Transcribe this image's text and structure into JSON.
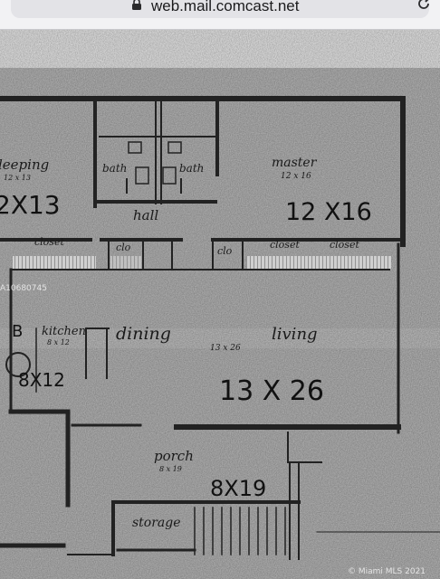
{
  "browser": {
    "url": "web.mail.comcast.net"
  },
  "plan": {
    "rooms": {
      "sleeping": "leeping",
      "sleeping_dim": "12 x 13",
      "sleeping_big": "2X13",
      "bath1": "bath",
      "bath2": "bath",
      "hall": "hall",
      "master": "master",
      "master_dim": "12 x 16",
      "master_big": "12 X16",
      "closet1": "closet",
      "closet2": "clo",
      "closet3": "clo",
      "closet4": "closet",
      "closet5": "closet",
      "kitchen": "kitchen",
      "kitchen_dim": "8 x 12",
      "kitchen_big": "8X12",
      "b_mark": "B",
      "dining": "dining",
      "living": "living",
      "living_dim": "13 x 26",
      "living_big": "13 X 26",
      "porch": "porch",
      "porch_dim": "8 x 19",
      "porch_big": "8X19",
      "storage": "storage"
    },
    "watermark_left": "A10680745",
    "watermark_bottom": "© Miami MLS 2021"
  }
}
